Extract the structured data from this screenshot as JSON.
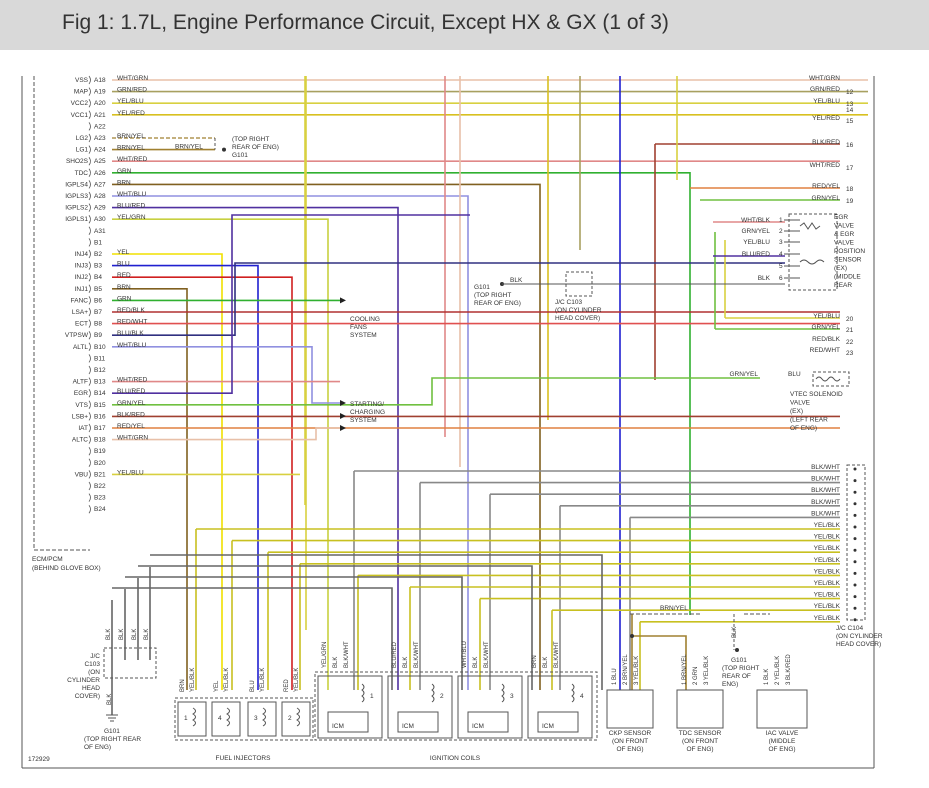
{
  "title": "Fig 1: 1.7L, Engine Performance Circuit, Except HX & GX (1 of 3)",
  "figure_id": "172929",
  "colors": {
    "title_bar": "#d9d9d9",
    "line": "#555555",
    "wire": {
      "wht_grn": "#e8c0a8",
      "grn_red": "#a8a060",
      "yel_blu": "#d8d040",
      "yel_red": "#d8c020",
      "brn_yel": "#a08030",
      "wht_red": "#e08888",
      "grn": "#30b030",
      "brn": "#806020",
      "wht_blu": "#9090e0",
      "blu_red": "#5030a0",
      "yel_grn": "#c8d040",
      "yel": "#f0e000",
      "blu": "#2020d0",
      "red": "#d02020",
      "red_blk": "#b03030",
      "red_wht": "#e05050",
      "blu_blk": "#303080",
      "grn_yel": "#70c040",
      "blk_red": "#a04030",
      "red_yel": "#e08040",
      "blk": "#666666",
      "blk_wht": "#888888",
      "yel_blk": "#c8c020",
      "blk_blu": "#4040a0"
    }
  },
  "ecm": {
    "label": [
      "ECM/PCM",
      "(BEHIND GLOVE BOX)"
    ],
    "pins": [
      {
        "sig": "VSS",
        "pin": "A18",
        "wire": "WHT/GRN"
      },
      {
        "sig": "MAP",
        "pin": "A19",
        "wire": "GRN/RED"
      },
      {
        "sig": "VCC2",
        "pin": "A20",
        "wire": "YEL/BLU"
      },
      {
        "sig": "VCC1",
        "pin": "A21",
        "wire": "YEL/RED"
      },
      {
        "sig": "",
        "pin": "A22",
        "wire": ""
      },
      {
        "sig": "LG2",
        "pin": "A23",
        "wire": "BRN/YEL"
      },
      {
        "sig": "LG1",
        "pin": "A24",
        "wire": "BRN/YEL"
      },
      {
        "sig": "SHO2S",
        "pin": "A25",
        "wire": "WHT/RED"
      },
      {
        "sig": "TDC",
        "pin": "A26",
        "wire": "GRN"
      },
      {
        "sig": "IGPLS4",
        "pin": "A27",
        "wire": "BRN"
      },
      {
        "sig": "IGPLS3",
        "pin": "A28",
        "wire": "WHT/BLU"
      },
      {
        "sig": "IGPLS2",
        "pin": "A29",
        "wire": "BLU/RED"
      },
      {
        "sig": "IGPLS1",
        "pin": "A30",
        "wire": "YEL/GRN"
      },
      {
        "sig": "",
        "pin": "A31",
        "wire": ""
      },
      {
        "sig": "",
        "pin": "B1",
        "wire": ""
      },
      {
        "sig": "INJ4",
        "pin": "B2",
        "wire": "YEL"
      },
      {
        "sig": "INJ3",
        "pin": "B3",
        "wire": "BLU"
      },
      {
        "sig": "INJ2",
        "pin": "B4",
        "wire": "RED"
      },
      {
        "sig": "INJ1",
        "pin": "B5",
        "wire": "BRN"
      },
      {
        "sig": "FANC",
        "pin": "B6",
        "wire": "GRN"
      },
      {
        "sig": "LSA+",
        "pin": "B7",
        "wire": "RED/BLK"
      },
      {
        "sig": "ECT",
        "pin": "B8",
        "wire": "RED/WHT"
      },
      {
        "sig": "VTPSW",
        "pin": "B9",
        "wire": "BLU/BLK"
      },
      {
        "sig": "ALTL",
        "pin": "B10",
        "wire": "WHT/BLU"
      },
      {
        "sig": "",
        "pin": "B11",
        "wire": ""
      },
      {
        "sig": "",
        "pin": "B12",
        "wire": ""
      },
      {
        "sig": "ALTF",
        "pin": "B13",
        "wire": "WHT/RED"
      },
      {
        "sig": "EGR",
        "pin": "B14",
        "wire": "BLU/RED"
      },
      {
        "sig": "VTS",
        "pin": "B15",
        "wire": "GRN/YEL"
      },
      {
        "sig": "LSB+",
        "pin": "B16",
        "wire": "BLK/RED"
      },
      {
        "sig": "IAT",
        "pin": "B17",
        "wire": "RED/YEL"
      },
      {
        "sig": "ALTC",
        "pin": "B18",
        "wire": "WHT/GRN"
      },
      {
        "sig": "",
        "pin": "B19",
        "wire": ""
      },
      {
        "sig": "",
        "pin": "B20",
        "wire": ""
      },
      {
        "sig": "VBU",
        "pin": "B21",
        "wire": "YEL/BLU"
      },
      {
        "sig": "",
        "pin": "B22",
        "wire": ""
      },
      {
        "sig": "",
        "pin": "B23",
        "wire": ""
      },
      {
        "sig": "",
        "pin": "B24",
        "wire": ""
      }
    ]
  },
  "g101_top": {
    "wire": "BRN/YEL",
    "label": [
      "(TOP RIGHT",
      "REAR OF ENG)",
      "G101"
    ]
  },
  "g101_mid": {
    "id": "G101",
    "wire": "BLK",
    "label": [
      "(TOP RIGHT",
      "REAR OF ENG)"
    ]
  },
  "jc103_top": {
    "label": [
      "J/C C103",
      "(ON CYLINDER",
      "HEAD COVER)"
    ]
  },
  "cooling": [
    "COOLING",
    "FANS",
    "SYSTEM"
  ],
  "starting": [
    "STARTING/",
    "CHARGING",
    "SYSTEM"
  ],
  "right_connector_top": [
    {
      "num": "",
      "wire": "WHT/GRN"
    },
    {
      "num": "12",
      "wire": "GRN/RED"
    },
    {
      "num": "13",
      "wire": "YEL/BLU"
    },
    {
      "num": "14",
      "wire": ""
    },
    {
      "num": "15",
      "wire": "YEL/RED"
    },
    {
      "num": "16",
      "wire": "BLK/RED"
    },
    {
      "num": "17",
      "wire": "WHT/RED"
    },
    {
      "num": "18",
      "wire": "RED/YEL"
    },
    {
      "num": "19",
      "wire": "GRN/YEL"
    }
  ],
  "egr": {
    "label": [
      "EGR",
      "VALVE",
      "& EGR",
      "VALVE",
      "POSITION",
      "SENSOR",
      "(EX)",
      "(MIDDLE",
      "REAR"
    ],
    "pins": [
      {
        "n": "1",
        "w": "WHT/BLK"
      },
      {
        "n": "2",
        "w": "GRN/YEL"
      },
      {
        "n": "3",
        "w": "YEL/BLU"
      },
      {
        "n": "4",
        "w": "BLU/RED"
      },
      {
        "n": "5",
        "w": ""
      },
      {
        "n": "6",
        "w": "BLK"
      }
    ]
  },
  "right_connector_mid": [
    {
      "num": "20",
      "wire": "YEL/BLU"
    },
    {
      "num": "21",
      "wire": "GRN/YEL"
    },
    {
      "num": "22",
      "wire": "RED/BLK"
    },
    {
      "num": "23",
      "wire": "RED/WHT"
    }
  ],
  "vtec": {
    "wire_in": "GRN/YEL",
    "wire_out": "BLU",
    "label": [
      "VTEC SOLENOID",
      "VALVE",
      "(EX)",
      "(LEFT REAR",
      "OF ENG)"
    ]
  },
  "jc104": {
    "wires": [
      "BLK/WHT",
      "BLK/WHT",
      "BLK/WHT",
      "BLK/WHT",
      "BLK/WHT",
      "YEL/BLK",
      "YEL/BLK",
      "YEL/BLK",
      "YEL/BLK",
      "YEL/BLK",
      "YEL/BLK",
      "YEL/BLK",
      "YEL/BLK",
      "YEL/BLK"
    ],
    "label": [
      "J/C C104",
      "(ON CYLINDER",
      "HEAD COVER)"
    ]
  },
  "jc103_bottom": {
    "label": [
      "J/C",
      "C103",
      "(ON",
      "CYLINDER",
      "HEAD",
      "COVER)"
    ],
    "wires": [
      "BLK",
      "BLK",
      "BLK",
      "BLK"
    ],
    "down_wire": "BLK",
    "ground": "G101",
    "ground_label": [
      "(TOP RIGHT REAR",
      "OF ENG)"
    ]
  },
  "injectors": {
    "label": "FUEL INJECTORS",
    "items": [
      {
        "num": "1",
        "wires": [
          "BRN",
          "YEL/BLK"
        ]
      },
      {
        "num": "4",
        "wires": [
          "YEL",
          "YEL/BLK"
        ]
      },
      {
        "num": "3",
        "wires": [
          "BLU",
          "YEL/BLK"
        ]
      },
      {
        "num": "2",
        "wires": [
          "RED",
          "YEL/BLK"
        ]
      }
    ]
  },
  "coils": {
    "label": "IGNITION COILS",
    "items": [
      {
        "num": "1",
        "icm": "ICM",
        "wires": [
          "YEL/GRN",
          "BLK",
          "BLK/WHT"
        ]
      },
      {
        "num": "2",
        "icm": "ICM",
        "wires": [
          "BLU/RED",
          "BLK",
          "BLK/WHT"
        ]
      },
      {
        "num": "3",
        "icm": "ICM",
        "wires": [
          "WHT/BLU",
          "BLK",
          "BLK/WHT"
        ]
      },
      {
        "num": "4",
        "icm": "ICM",
        "wires": [
          "BRN",
          "BLK",
          "BLK/WHT"
        ]
      }
    ]
  },
  "ckp": {
    "wires": [
      "BLU",
      "BRN/YEL",
      "YEL/BLK"
    ],
    "label": [
      "CKP SENSOR",
      "(ON FRONT",
      "OF ENG)"
    ]
  },
  "tdc": {
    "wires": [
      "BRN/YEL",
      "GRN",
      "YEL/BLK"
    ],
    "label": [
      "TDC SENSOR",
      "(ON FRONT",
      "OF ENG)"
    ]
  },
  "g101_bottom": {
    "id": "G101",
    "wire": "BLK",
    "label": [
      "(TOP RIGHT",
      "REAR OF",
      "ENG)"
    ]
  },
  "iac": {
    "wires": [
      "BLK",
      "YEL/BLK",
      "BLK/RED"
    ],
    "label": [
      "IAC VALVE",
      "(MIDDLE",
      "OF ENG)"
    ]
  },
  "brn_yel_top": "BRN/YEL"
}
